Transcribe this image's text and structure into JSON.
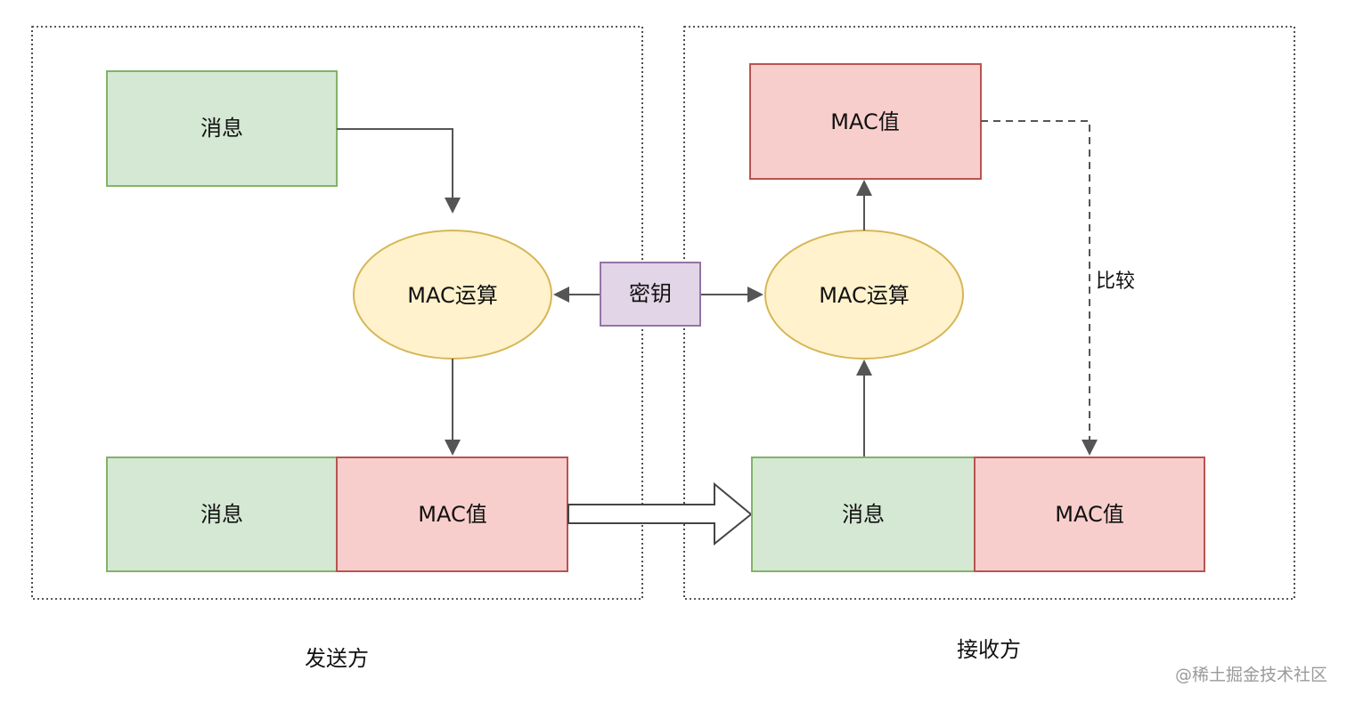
{
  "sender": {
    "caption": "发送方",
    "message_top": "消息",
    "mac_op": "MAC运算",
    "message_bottom": "消息",
    "mac_value_bottom": "MAC值"
  },
  "key": {
    "label": "密钥"
  },
  "receiver": {
    "caption": "接收方",
    "mac_value_top": "MAC值",
    "mac_op": "MAC运算",
    "message_bottom": "消息",
    "mac_value_bottom": "MAC值",
    "compare_label": "比较"
  },
  "watermark": "@稀土掘金技术社区",
  "colors": {
    "message_fill": "#d5e8d4",
    "message_stroke": "#82b366",
    "mac_fill": "#f8cecc",
    "mac_stroke": "#b85450",
    "op_fill": "#fff2cc",
    "op_stroke": "#d6b656",
    "key_fill": "#e1d5e7",
    "key_stroke": "#9673a6",
    "arrow": "#555555"
  }
}
